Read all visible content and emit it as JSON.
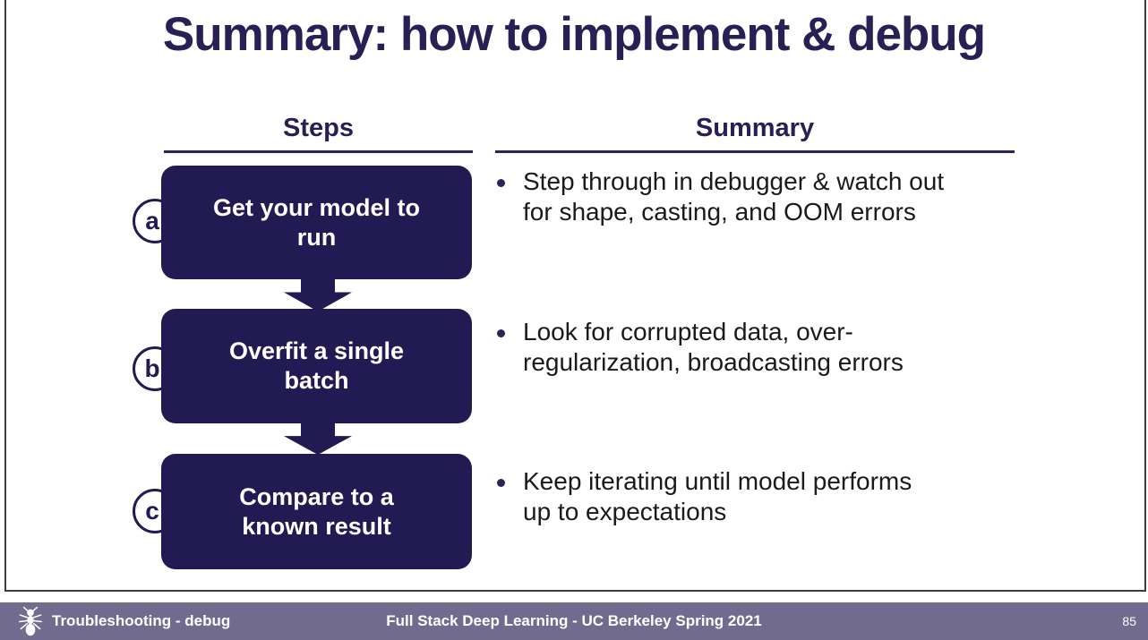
{
  "slide": {
    "title": "Summary: how to implement & debug",
    "columns": {
      "steps_header": "Steps",
      "summary_header": "Summary"
    },
    "steps": [
      {
        "id": "a",
        "label_lines": [
          "Get your model to",
          "run"
        ],
        "summary_lines": [
          "Step through in debugger & watch out",
          "for shape, casting, and OOM errors"
        ]
      },
      {
        "id": "b",
        "label_lines": [
          "Overfit a single",
          "batch"
        ],
        "summary_lines": [
          "Look for corrupted data, over-",
          "regularization, broadcasting errors"
        ]
      },
      {
        "id": "c",
        "label_lines": [
          "Compare to a",
          "known result"
        ],
        "summary_lines": [
          "Keep iterating until model performs",
          "up to expectations"
        ]
      }
    ],
    "colors": {
      "navy": "#221a52",
      "title_navy": "#262054",
      "body_text": "#1a1a1a",
      "footer_bar": "#716c8e",
      "footer_text": "#ffffff",
      "page_border": "#3d3d3d"
    }
  },
  "footer": {
    "left_label": "Troubleshooting - debug",
    "center_label": "Full Stack Deep Learning - UC Berkeley Spring 2021",
    "page_number": "85",
    "logo": "ant-icon"
  }
}
